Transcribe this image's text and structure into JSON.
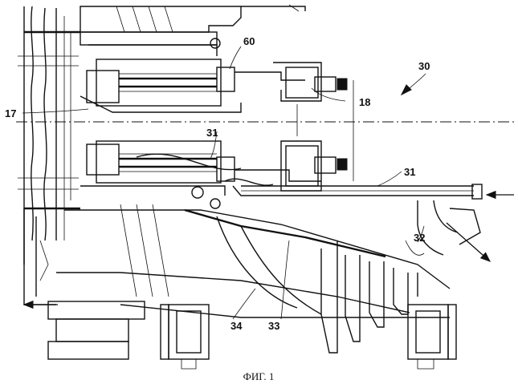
{
  "figure": {
    "caption": "ФИГ. 1"
  },
  "labels": {
    "l30": "30",
    "l60": "60",
    "l17": "17",
    "l18": "18",
    "l31a": "31",
    "l31b": "31",
    "l32": "32",
    "l33": "33",
    "l34": "34"
  },
  "colors": {
    "ink": "#111111",
    "paper": "#ffffff"
  }
}
